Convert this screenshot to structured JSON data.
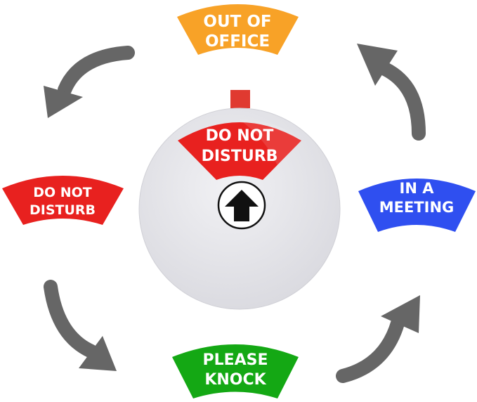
{
  "colors": {
    "orange": "#f8a227",
    "red": "#e8211f",
    "blue": "#2f4ff0",
    "green": "#14a814",
    "arrow_gray": "#666666",
    "disc": "#e6e6ea"
  },
  "signs": {
    "top": {
      "line1": "OUT OF",
      "line2": "OFFICE"
    },
    "left": {
      "line1": "DO NOT",
      "line2": "DISTURB"
    },
    "right": {
      "line1": "IN A",
      "line2": "MEETING"
    },
    "bottom": {
      "line1": "PLEASE",
      "line2": "KNOCK"
    }
  },
  "dial": {
    "window": {
      "line1": "DO NOT",
      "line2": "DISTURB"
    },
    "icon": "up-arrow-icon"
  },
  "cycle_arrows": [
    "curved-arrow-icon",
    "curved-arrow-icon",
    "curved-arrow-icon",
    "curved-arrow-icon"
  ]
}
